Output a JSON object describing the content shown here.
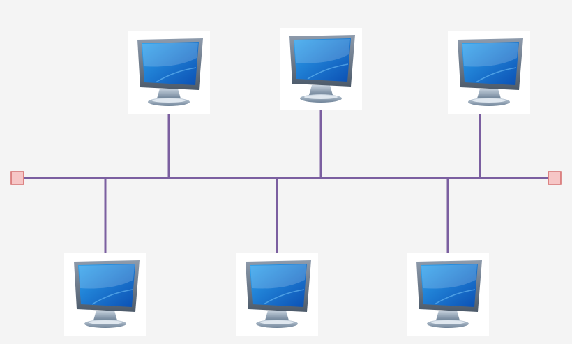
{
  "diagram": {
    "type": "bus-topology",
    "colors": {
      "background": "#f4f4f4",
      "cable": "#7b5fa0",
      "terminator_fill": "#f6c6c6",
      "terminator_stroke": "#d46a6a",
      "tile_background": "#ffffff",
      "screen_light": "#2fa4ee",
      "screen_dark": "#0b4fb3",
      "bezel": "#5f6f82",
      "stand": "#8fa3b8"
    },
    "bus": {
      "terminators": [
        "left-terminator",
        "right-terminator"
      ]
    },
    "computers": [
      {
        "id": "top-1",
        "side": "top",
        "icon": "monitor-icon"
      },
      {
        "id": "top-2",
        "side": "top",
        "icon": "monitor-icon"
      },
      {
        "id": "top-3",
        "side": "top",
        "icon": "monitor-icon"
      },
      {
        "id": "bottom-1",
        "side": "bottom",
        "icon": "monitor-icon"
      },
      {
        "id": "bottom-2",
        "side": "bottom",
        "icon": "monitor-icon"
      },
      {
        "id": "bottom-3",
        "side": "bottom",
        "icon": "monitor-icon"
      }
    ]
  }
}
